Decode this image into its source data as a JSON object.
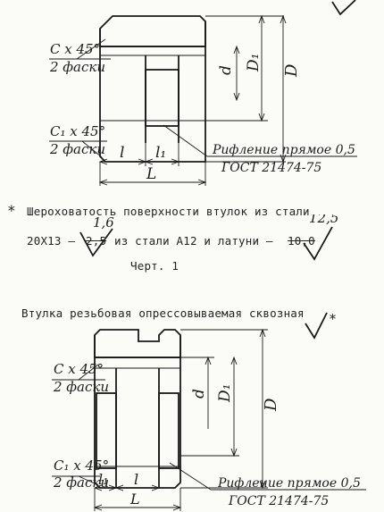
{
  "fig1": {
    "chamfer_label": "C x 45°",
    "chamfer_count": "2 фаски",
    "chamfer1_label": "C₁ x 45°",
    "chamfer1_count": "2 фаски",
    "dim_l": "l",
    "dim_l1": "l₁",
    "dim_L": "L",
    "dim_d": "d",
    "dim_D1": "D₁",
    "dim_D": "D",
    "knurl_note": "Рифление прямое 0,5",
    "knurl_std": "ГОСТ 21474-75"
  },
  "roughness": {
    "asterisk": "*",
    "line1": "Шероховатость поверхности втулок из стали",
    "steel": "20Х13 –",
    "val_old1": "2,5",
    "val_new1": "1,6",
    "mid": "из стали А12 и латуни –",
    "val_old2": "10,0",
    "val_new2": "12,5",
    "caption": "Черт. 1"
  },
  "fig2": {
    "title": "Втулка резьбовая опрессовываемая сквозная",
    "mark": "*",
    "chamfer_label": "C x 45°",
    "chamfer_count": "2 фаски",
    "chamfer1_label": "C₁ x 45°",
    "chamfer1_count": "2 фаски",
    "dim_l1": "l₁",
    "dim_l": "l",
    "dim_L": "L",
    "dim_d": "d",
    "dim_D1": "D₁",
    "dim_D": "D",
    "knurl_note": "Рифление прямое 0,5",
    "knurl_std": "ГОСТ 21474-75"
  }
}
